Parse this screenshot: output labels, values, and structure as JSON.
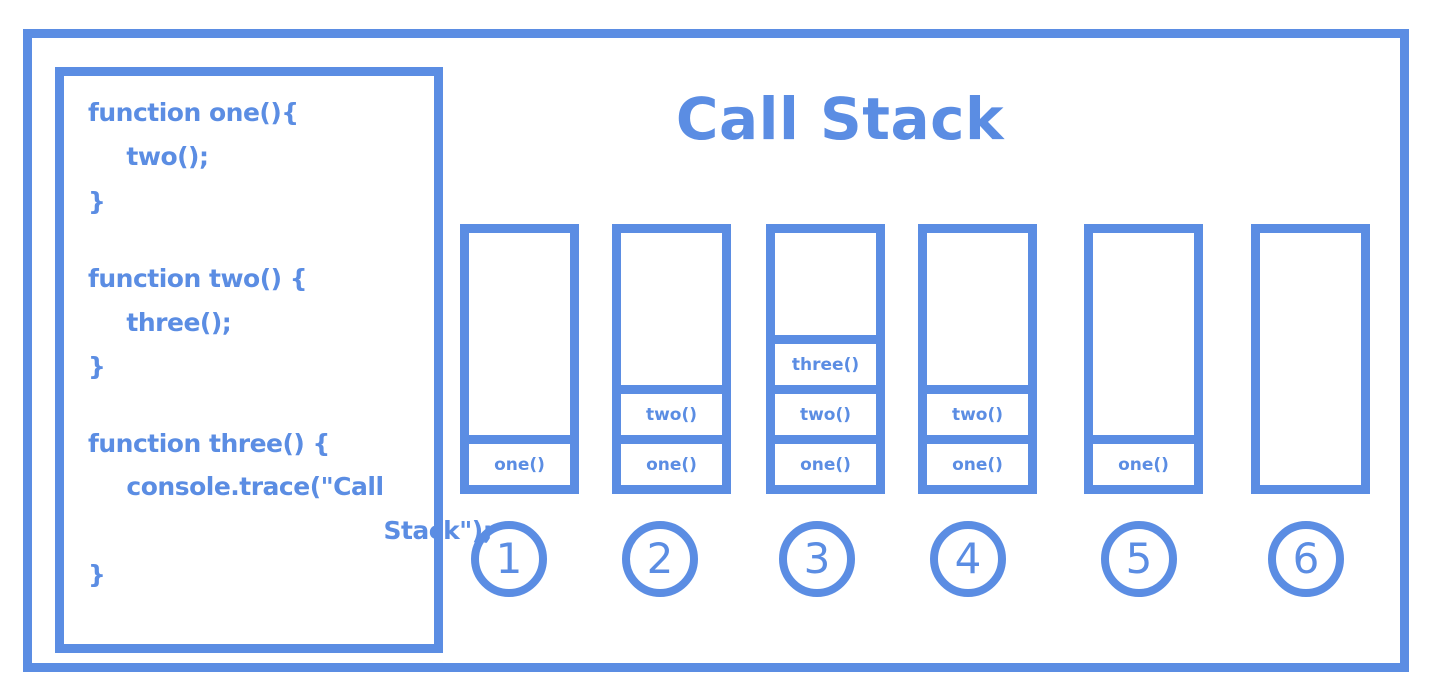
{
  "title": "Call Stack",
  "code_lines": [
    "function one(){",
    "  two();",
    "}",
    "",
    "function two() {",
    "  three();",
    "}",
    "",
    "function three() {",
    "  console.trace(\"Call",
    "                 Stack\");",
    "}"
  ],
  "stacks": [
    {
      "step": "1",
      "frames": [
        "one()"
      ]
    },
    {
      "step": "2",
      "frames": [
        "one()",
        "two()"
      ]
    },
    {
      "step": "3",
      "frames": [
        "one()",
        "two()",
        "three()"
      ]
    },
    {
      "step": "4",
      "frames": [
        "one()",
        "two()"
      ]
    },
    {
      "step": "5",
      "frames": [
        "one()"
      ]
    },
    {
      "step": "6",
      "frames": []
    }
  ],
  "colors": {
    "accent": "#5b8de3",
    "background": "#ffffff"
  }
}
